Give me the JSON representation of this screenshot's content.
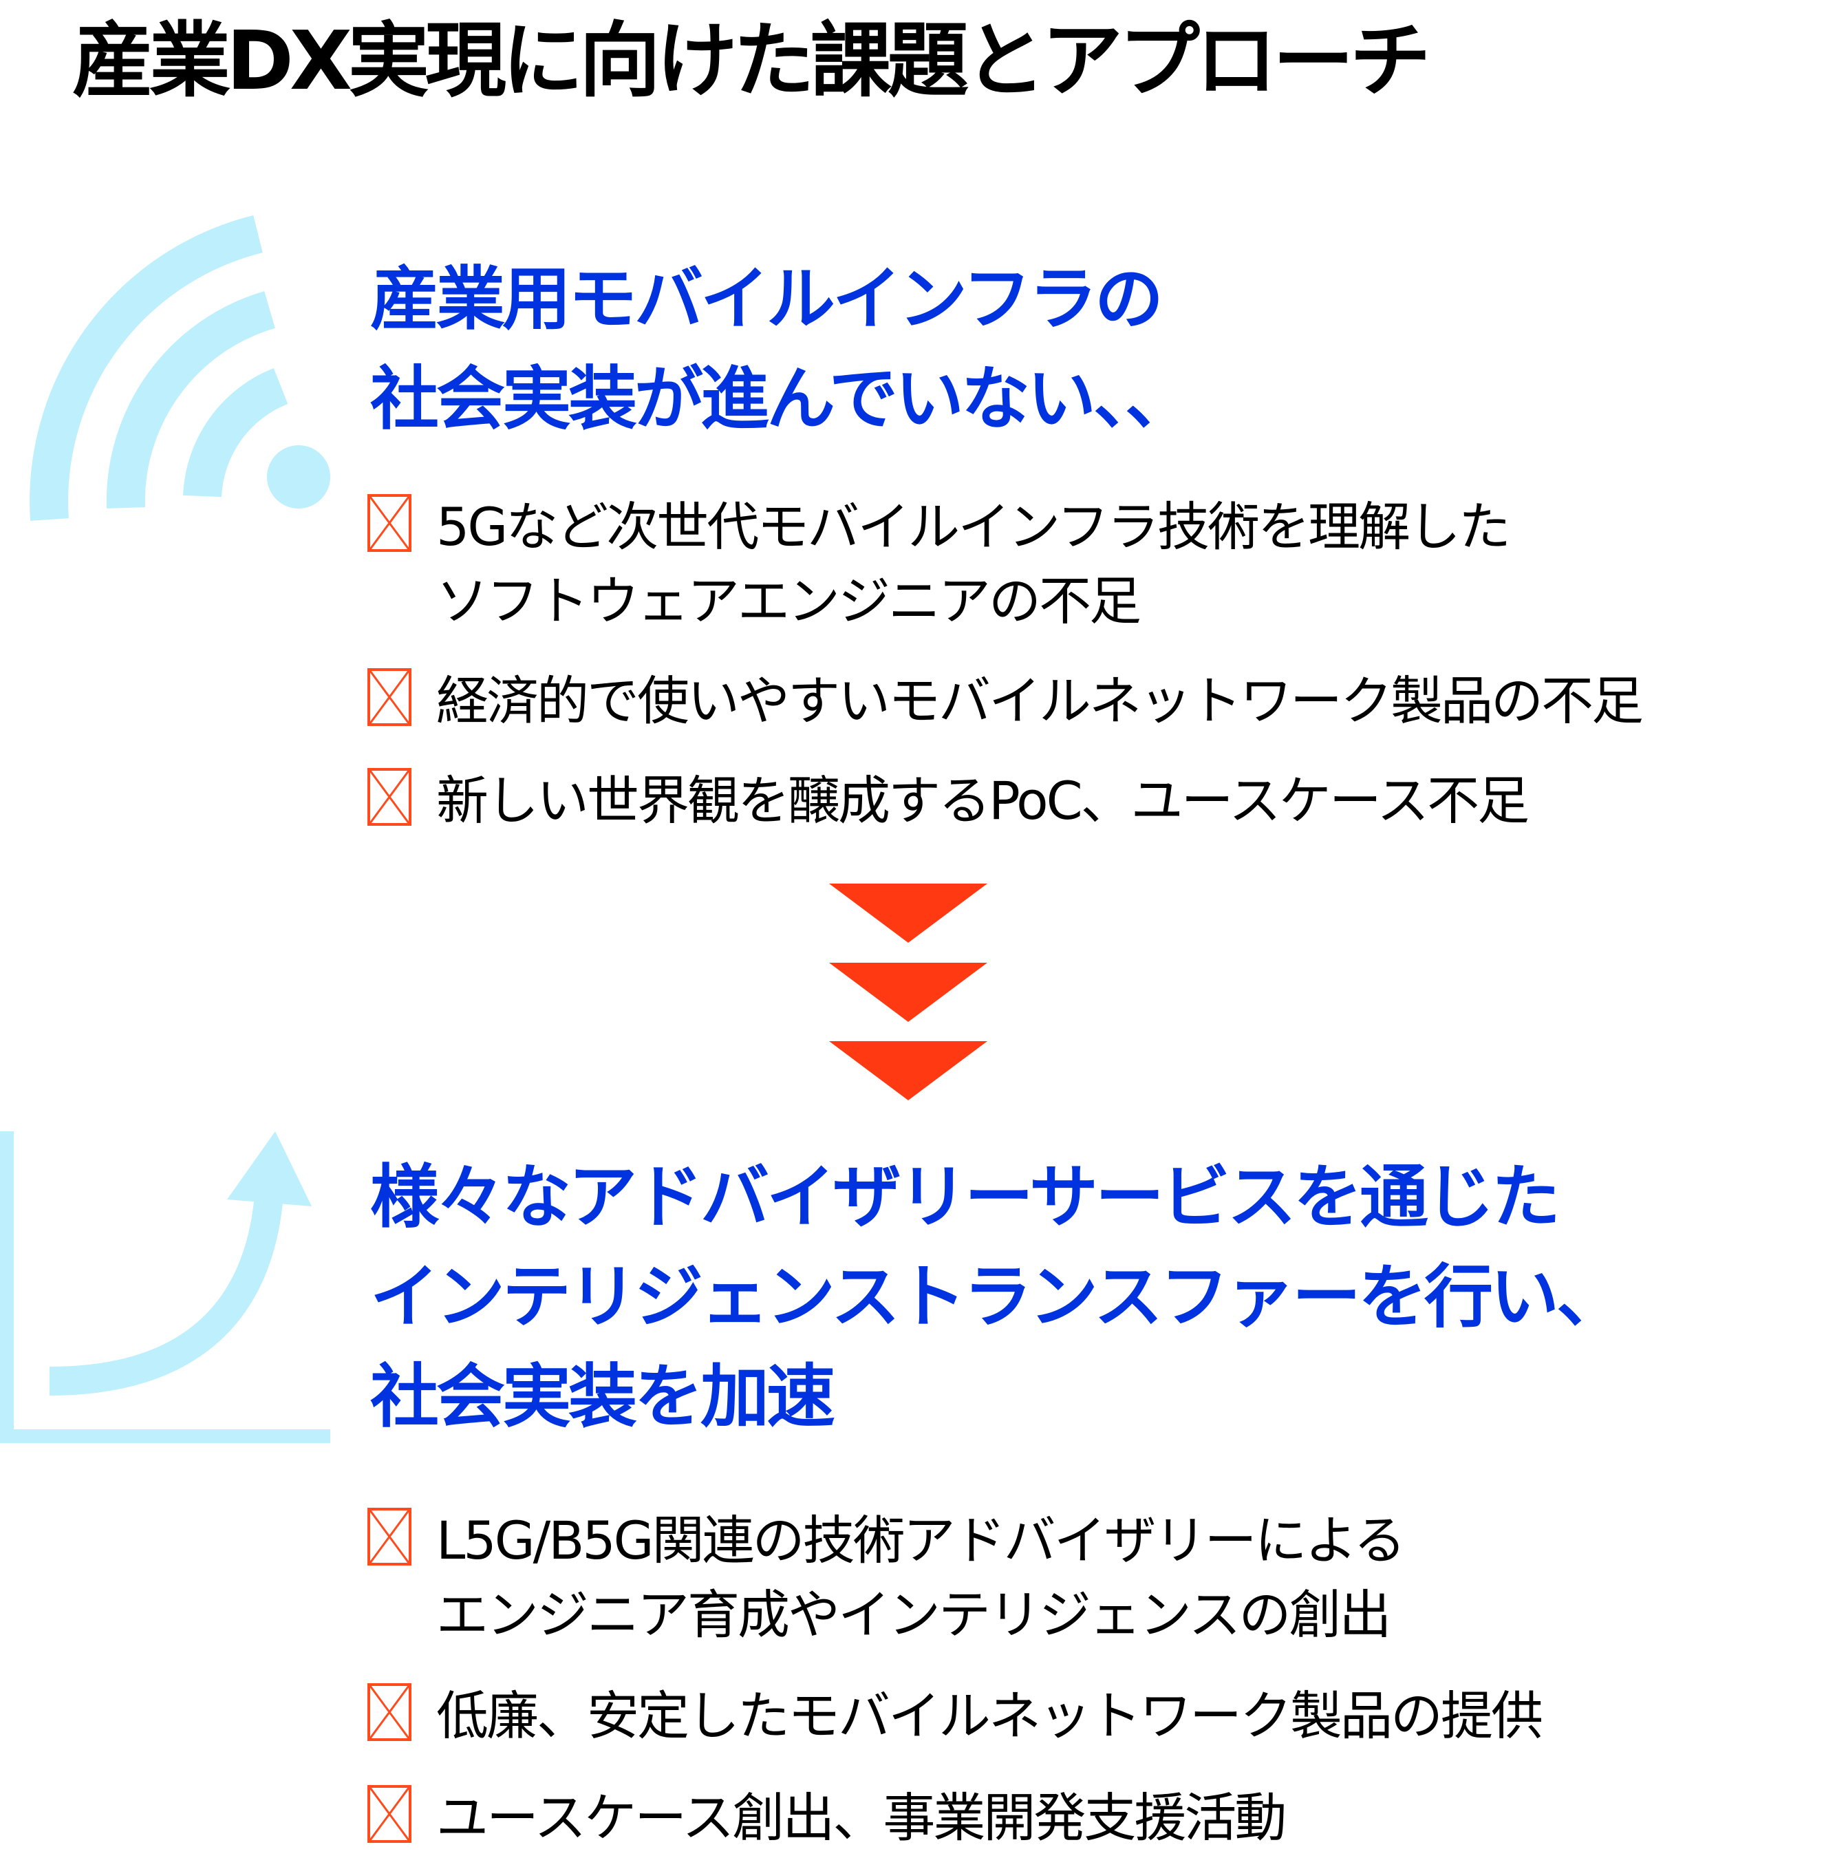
{
  "title": "産業DX実現に向けた課題とアプローチ",
  "colors": {
    "title": "#000000",
    "heading": "#0033e0",
    "accent_red": "#ff3a12",
    "checkbox": "#ff4a1c",
    "icon_light_blue": "#bdf0fc"
  },
  "problem": {
    "icon": "wifi-signal-icon",
    "heading_lines": [
      "産業用モバイルインフラの",
      "社会実装が進んでいない、、"
    ],
    "bullets": [
      {
        "icon": "checkbox-x-icon",
        "lines": [
          "5Gなど次世代モバイルインフラ技術を理解した",
          "ソフトウェアエンジニアの不足"
        ]
      },
      {
        "icon": "checkbox-x-icon",
        "lines": [
          "経済的で使いやすいモバイルネットワーク製品の不足"
        ]
      },
      {
        "icon": "checkbox-x-icon",
        "lines": [
          "新しい世界観を醸成するPoC、ユースケース不足"
        ]
      }
    ]
  },
  "transition": {
    "icon": "triple-chevron-down-icon",
    "count": 3
  },
  "approach": {
    "icon": "growth-chart-arrow-icon",
    "heading_lines": [
      "様々なアドバイザリーサービスを通じた",
      "インテリジェンストランスファーを行い、",
      "社会実装を加速"
    ],
    "bullets": [
      {
        "icon": "checkbox-x-icon",
        "lines": [
          "L5G/B5G関連の技術アドバイザリーによる",
          "エンジニア育成やインテリジェンスの創出"
        ]
      },
      {
        "icon": "checkbox-x-icon",
        "lines": [
          "低廉、安定したモバイルネットワーク製品の提供"
        ]
      },
      {
        "icon": "checkbox-x-icon",
        "lines": [
          "ユースケース創出、事業開発支援活動"
        ]
      }
    ]
  }
}
